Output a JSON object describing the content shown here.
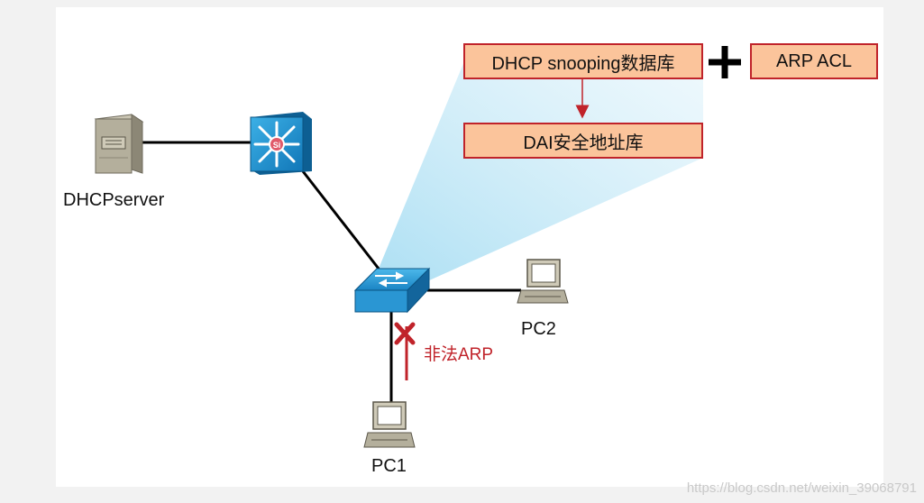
{
  "boxes": {
    "dhcp_snooping_db": "DHCP  snooping数据库",
    "arp_acl": "ARP ACL",
    "dai_db": "DAI安全地址库",
    "plus": "+"
  },
  "nodes": {
    "dhcp_server": "DHCPserver",
    "pc1": "PC1",
    "pc2": "PC2"
  },
  "annotations": {
    "illegal_arp": "非法ARP"
  },
  "watermark": "https://blog.csdn.net/weixin_39068791",
  "colors": {
    "box_fill": "#fbc49b",
    "box_border": "#c0232a",
    "arrow": "#c0232a",
    "highlight": "#bfe6f5"
  }
}
